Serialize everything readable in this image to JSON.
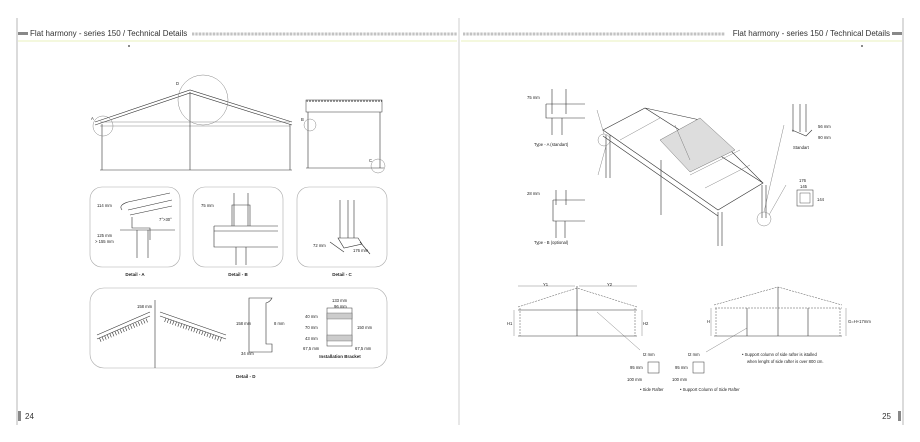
{
  "header": {
    "title_left": "Flat harmony - series 150 /  Technical Details",
    "title_right": "Flat harmony - series 150 /  Technical Details"
  },
  "pages": {
    "left_number": "24",
    "right_number": "25"
  },
  "colors": {
    "header_rule": "#d6e27a",
    "page_tab": "#888888",
    "frame": "#999999"
  },
  "left": {
    "callouts": {
      "a": "A",
      "b": "B",
      "c": "C",
      "d": "D"
    },
    "detail_a": {
      "caption": "Detail - A",
      "dim1": "114 mm",
      "angle": "7°>30°",
      "dim2": "125 mm",
      "dim3": "> 155 mm"
    },
    "detail_b": {
      "caption": "Detail - B",
      "dim1": "75 mm"
    },
    "detail_c": {
      "caption": "Detail - C",
      "dim1": "72 mm",
      "dim2": "176 mm"
    },
    "detail_d": {
      "caption": "Detail - D",
      "dim1": "158 mm",
      "profile_height": "158 mm",
      "profile_thickness": "8 mm",
      "profile_width": "34 mm"
    },
    "bracket": {
      "caption": "Installation Bracket",
      "w_outer": "133 mm",
      "w_inner": "96 mm",
      "h1": "40 mm",
      "h2": "70 mm",
      "h3": "43 mm",
      "h_total": "150 mm",
      "off_left": "67,5 mm",
      "off_right": "67,5 mm"
    }
  },
  "right": {
    "type_a": {
      "caption": "Type - A (standart)",
      "dim": "75 mm"
    },
    "type_b": {
      "caption": "Type - B (optional)",
      "dim": "28 mm"
    },
    "foot": {
      "caption": "Standart",
      "dim1": "56 mm",
      "dim2": "90 mm"
    },
    "base": {
      "w1": "176",
      "w2": "145",
      "h": "144"
    },
    "elev1": {
      "y1": "Y1",
      "y2": "Y2",
      "h1": "H1",
      "h2": "H2"
    },
    "elev2": {
      "h": "H",
      "g": "G=H+17mm"
    },
    "section1": {
      "t": "t2 mm",
      "inner": "95 mm",
      "outer": "100 mm",
      "caption": "• Side Rafter"
    },
    "section2": {
      "t": "t2 mm",
      "inner": "95 mm",
      "outer": "100 mm",
      "caption": "• Support Column of Side Rafter"
    },
    "note": {
      "line1": "• Support column of side rafter is istalled",
      "line2": "when lenght of side rafter is over 800 cm."
    }
  }
}
